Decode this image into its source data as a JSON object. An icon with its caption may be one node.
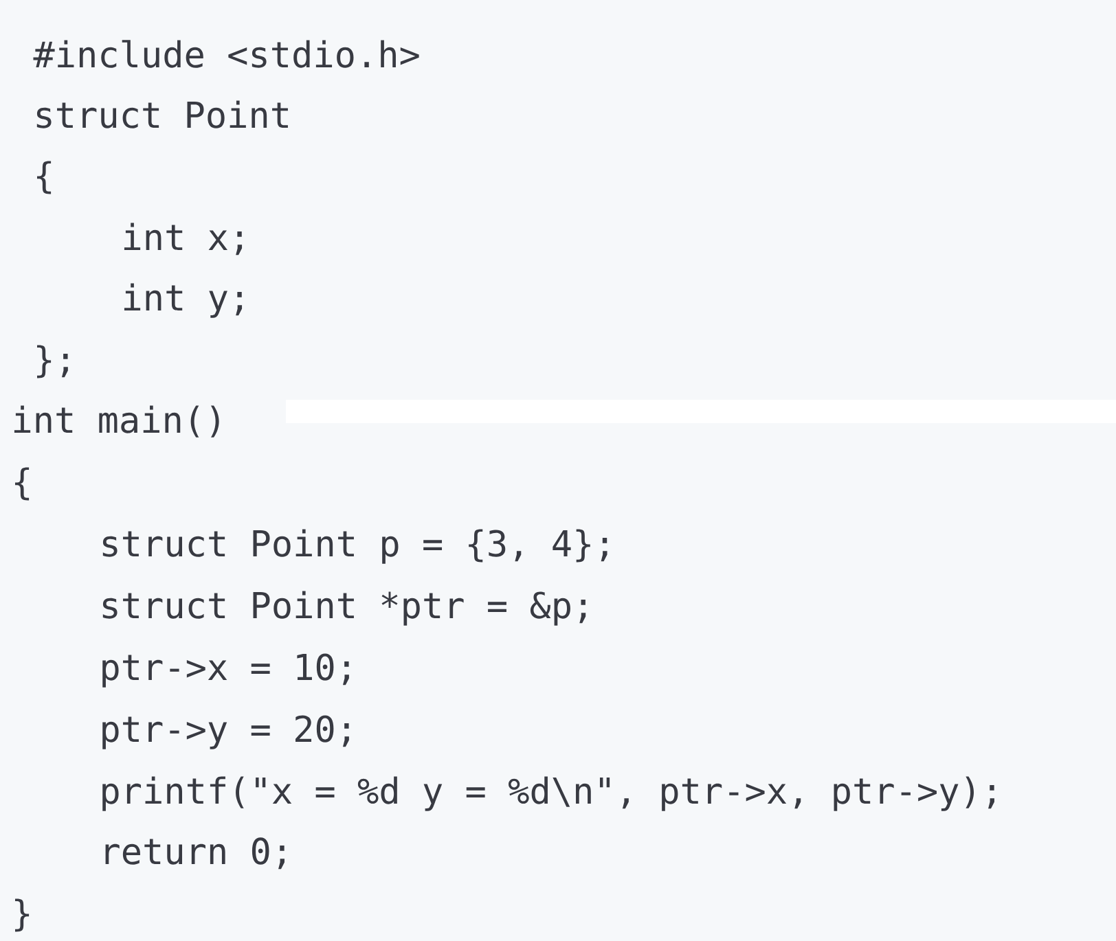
{
  "diagram": {
    "labels": [
      "#include <stdio.h>",
      "struct Point",
      "{",
      "int x;",
      "int y;",
      "};",
      "int main()",
      "{",
      "struct Point p = {3, 4};",
      "struct Point *ptr = &p;",
      "ptr->x = 10;",
      "ptr->y = 20;",
      "printf(\"x = %d y = %d\\n\", ptr->x, ptr->y);",
      "return 0;",
      "}"
    ]
  }
}
